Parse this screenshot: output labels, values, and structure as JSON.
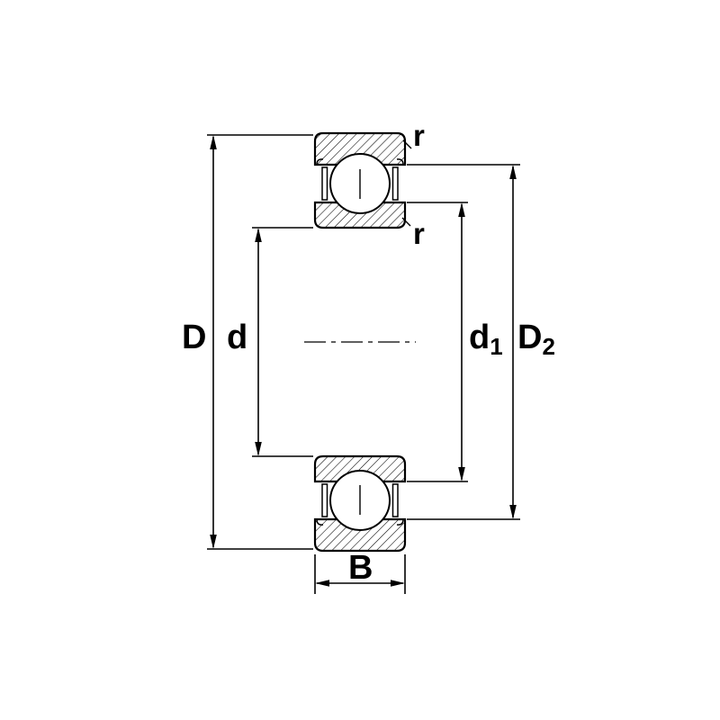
{
  "diagram": {
    "colors": {
      "ink": "#000000",
      "background": "#ffffff"
    },
    "labels": {
      "D": "D",
      "d": "d",
      "d1_base": "d",
      "d1_sub": "1",
      "D2_base": "D",
      "D2_sub": "2",
      "B": "B",
      "r_outer": "r",
      "r_inner": "r"
    }
  }
}
